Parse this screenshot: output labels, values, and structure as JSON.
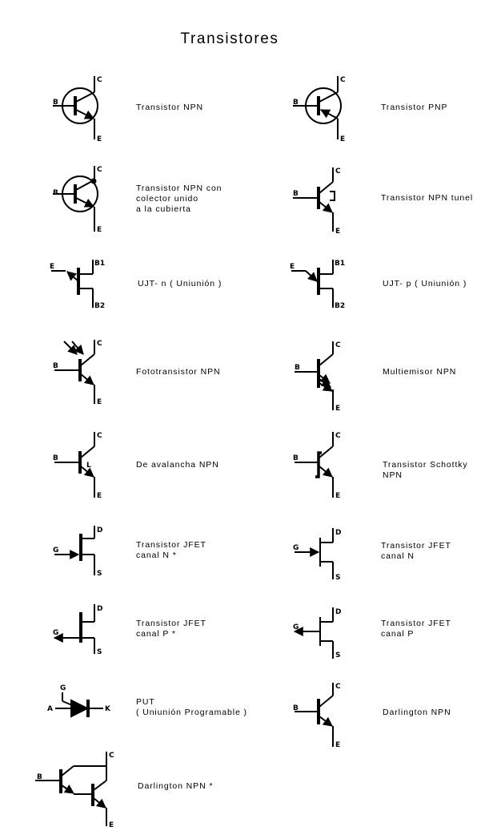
{
  "page": {
    "title": "Transistores"
  },
  "symbols": [
    {
      "id": "npn",
      "lines": [
        "Transistor NPN"
      ],
      "pins": [
        "B",
        "C",
        "E"
      ]
    },
    {
      "id": "pnp",
      "lines": [
        "Transistor PNP"
      ],
      "pins": [
        "B",
        "C",
        "E"
      ]
    },
    {
      "id": "npn-case",
      "lines": [
        "Transistor NPN con",
        "colector unido",
        "a la cubierta"
      ],
      "pins": [
        "B",
        "C",
        "E"
      ]
    },
    {
      "id": "npn-tunnel",
      "lines": [
        "Transistor NPN tunel"
      ],
      "pins": [
        "B",
        "C",
        "E"
      ]
    },
    {
      "id": "ujt-n",
      "lines": [
        "UJT- n ( Uniunión )"
      ],
      "pins": [
        "E",
        "B1",
        "B2"
      ]
    },
    {
      "id": "ujt-p",
      "lines": [
        "UJT- p ( Uniunión )"
      ],
      "pins": [
        "E",
        "B1",
        "B2"
      ]
    },
    {
      "id": "phototransistor",
      "lines": [
        "Fototransistor NPN"
      ],
      "pins": [
        "B",
        "C",
        "E"
      ]
    },
    {
      "id": "multiemitter",
      "lines": [
        "Multiemisor NPN"
      ],
      "pins": [
        "B",
        "C",
        "E"
      ]
    },
    {
      "id": "avalanche",
      "lines": [
        "De avalancha NPN"
      ],
      "pins": [
        "B",
        "C",
        "E",
        "L"
      ]
    },
    {
      "id": "schottky",
      "lines": [
        "Transistor Schottky",
        "NPN"
      ],
      "pins": [
        "B",
        "C",
        "E"
      ]
    },
    {
      "id": "jfet-n-star",
      "lines": [
        "Transistor JFET",
        "canal N *"
      ],
      "pins": [
        "G",
        "D",
        "S"
      ]
    },
    {
      "id": "jfet-n",
      "lines": [
        "Transistor JFET",
        "canal N"
      ],
      "pins": [
        "G",
        "D",
        "S"
      ]
    },
    {
      "id": "jfet-p-star",
      "lines": [
        "Transistor JFET",
        "canal P *"
      ],
      "pins": [
        "G",
        "D",
        "S"
      ]
    },
    {
      "id": "jfet-p",
      "lines": [
        "Transistor JFET",
        "canal P"
      ],
      "pins": [
        "G",
        "D",
        "S"
      ]
    },
    {
      "id": "put",
      "lines": [
        "PUT",
        "( Uniunión Programable )"
      ],
      "pins": [
        "G",
        "A",
        "K"
      ]
    },
    {
      "id": "darlington",
      "lines": [
        "Darlington NPN"
      ],
      "pins": [
        "B",
        "C",
        "E"
      ]
    },
    {
      "id": "darlington-star",
      "lines": [
        "Darlington NPN *"
      ],
      "pins": [
        "B",
        "C",
        "E"
      ]
    }
  ]
}
